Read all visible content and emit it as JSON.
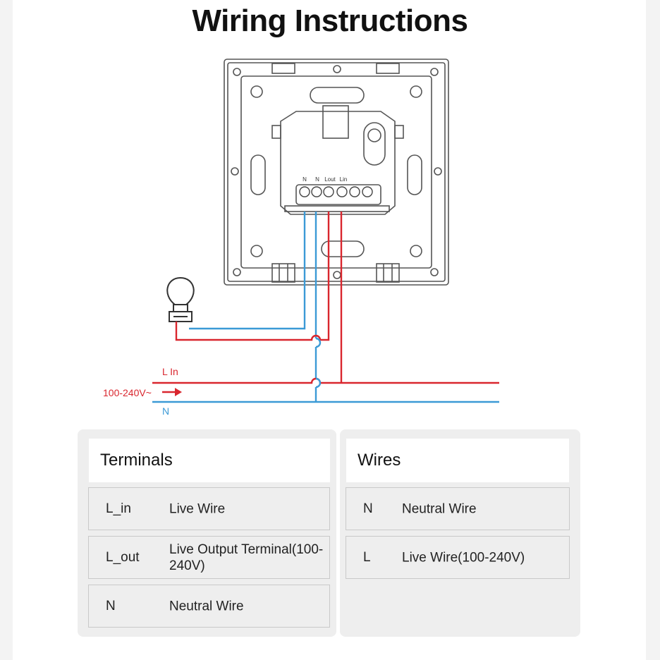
{
  "title": "Wiring Instructions",
  "diagram": {
    "terminal_labels": [
      "N",
      "N",
      "Lout",
      "Lin"
    ],
    "line_labels": {
      "l_in": "L In",
      "voltage": "100-240V~",
      "n": "N"
    },
    "colors": {
      "live": "#d9262e",
      "neutral": "#3b9ad6",
      "outline": "#555555"
    }
  },
  "terminals": {
    "heading": "Terminals",
    "rows": [
      {
        "code": "L_in",
        "desc": "Live Wire"
      },
      {
        "code": "L_out",
        "desc": "Live Output Terminal(100-240V)"
      },
      {
        "code": "N",
        "desc": "Neutral Wire"
      }
    ]
  },
  "wires": {
    "heading": "Wires",
    "rows": [
      {
        "code": "N",
        "desc": "Neutral Wire"
      },
      {
        "code": "L",
        "desc": "Live Wire(100-240V)"
      }
    ]
  }
}
